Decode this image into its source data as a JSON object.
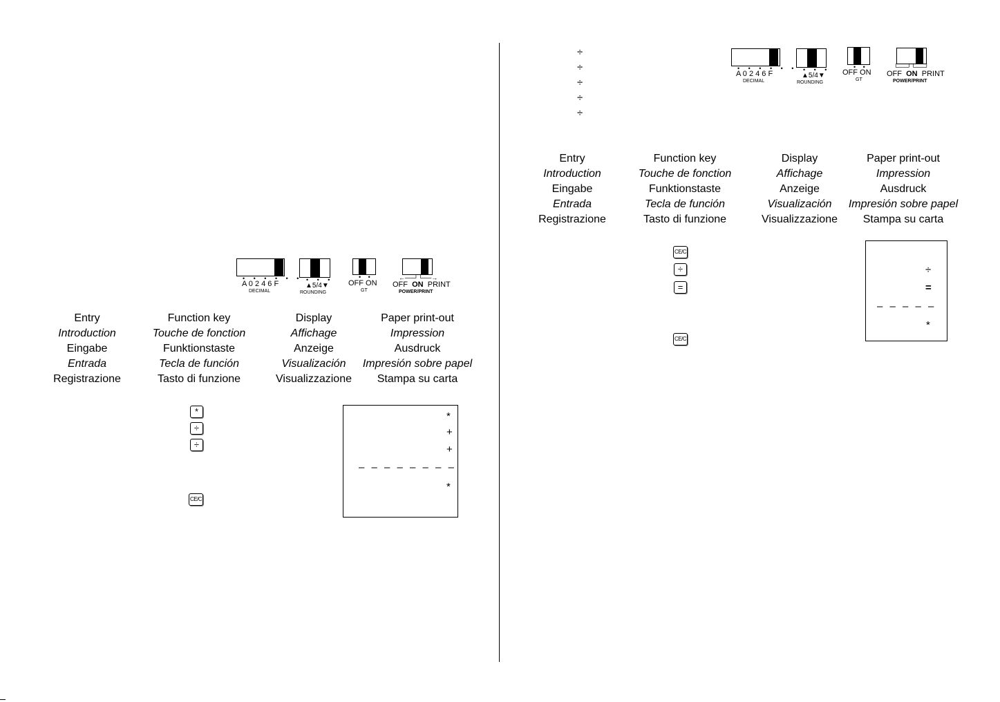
{
  "headers": {
    "entry": [
      "Entry",
      "Introduction",
      "Eingabe",
      "Entrada",
      "Registrazione"
    ],
    "function_key": [
      "Function key",
      "Touche de fonction",
      "Funktionstaste",
      "Tecla de función",
      "Tasto di funzione"
    ],
    "display": [
      "Display",
      "Affichage",
      "Anzeige",
      "Visualización",
      "Visualizzazione"
    ],
    "printout": [
      "Paper print-out",
      "Impression",
      "Ausdruck",
      "Impresión sobre papel",
      "Stampa su carta"
    ]
  },
  "switches": {
    "decimal_positions": "A 0 2 4 6 F",
    "decimal_label": "DECIMAL",
    "rounding_value": "5/4",
    "rounding_label": "ROUNDING",
    "gt_positions": "OFF ON",
    "gt_label": "GT",
    "power_off": "OFF",
    "power_on": "ON",
    "power_print": "PRINT",
    "power_label": "POWER/PRINT"
  },
  "left_example": {
    "keys": [
      "*",
      "÷",
      "÷",
      "CE/C"
    ],
    "printout": [
      "*",
      "+",
      "+",
      "– – – – – – – –",
      "*"
    ]
  },
  "right_example": {
    "entry_symbols": [
      "÷",
      "÷",
      "÷",
      "÷",
      "÷"
    ],
    "keys": [
      "CE/C",
      "÷",
      "=",
      "CE/C"
    ],
    "printout": [
      "÷",
      "=",
      "– – – – –",
      "*"
    ]
  }
}
